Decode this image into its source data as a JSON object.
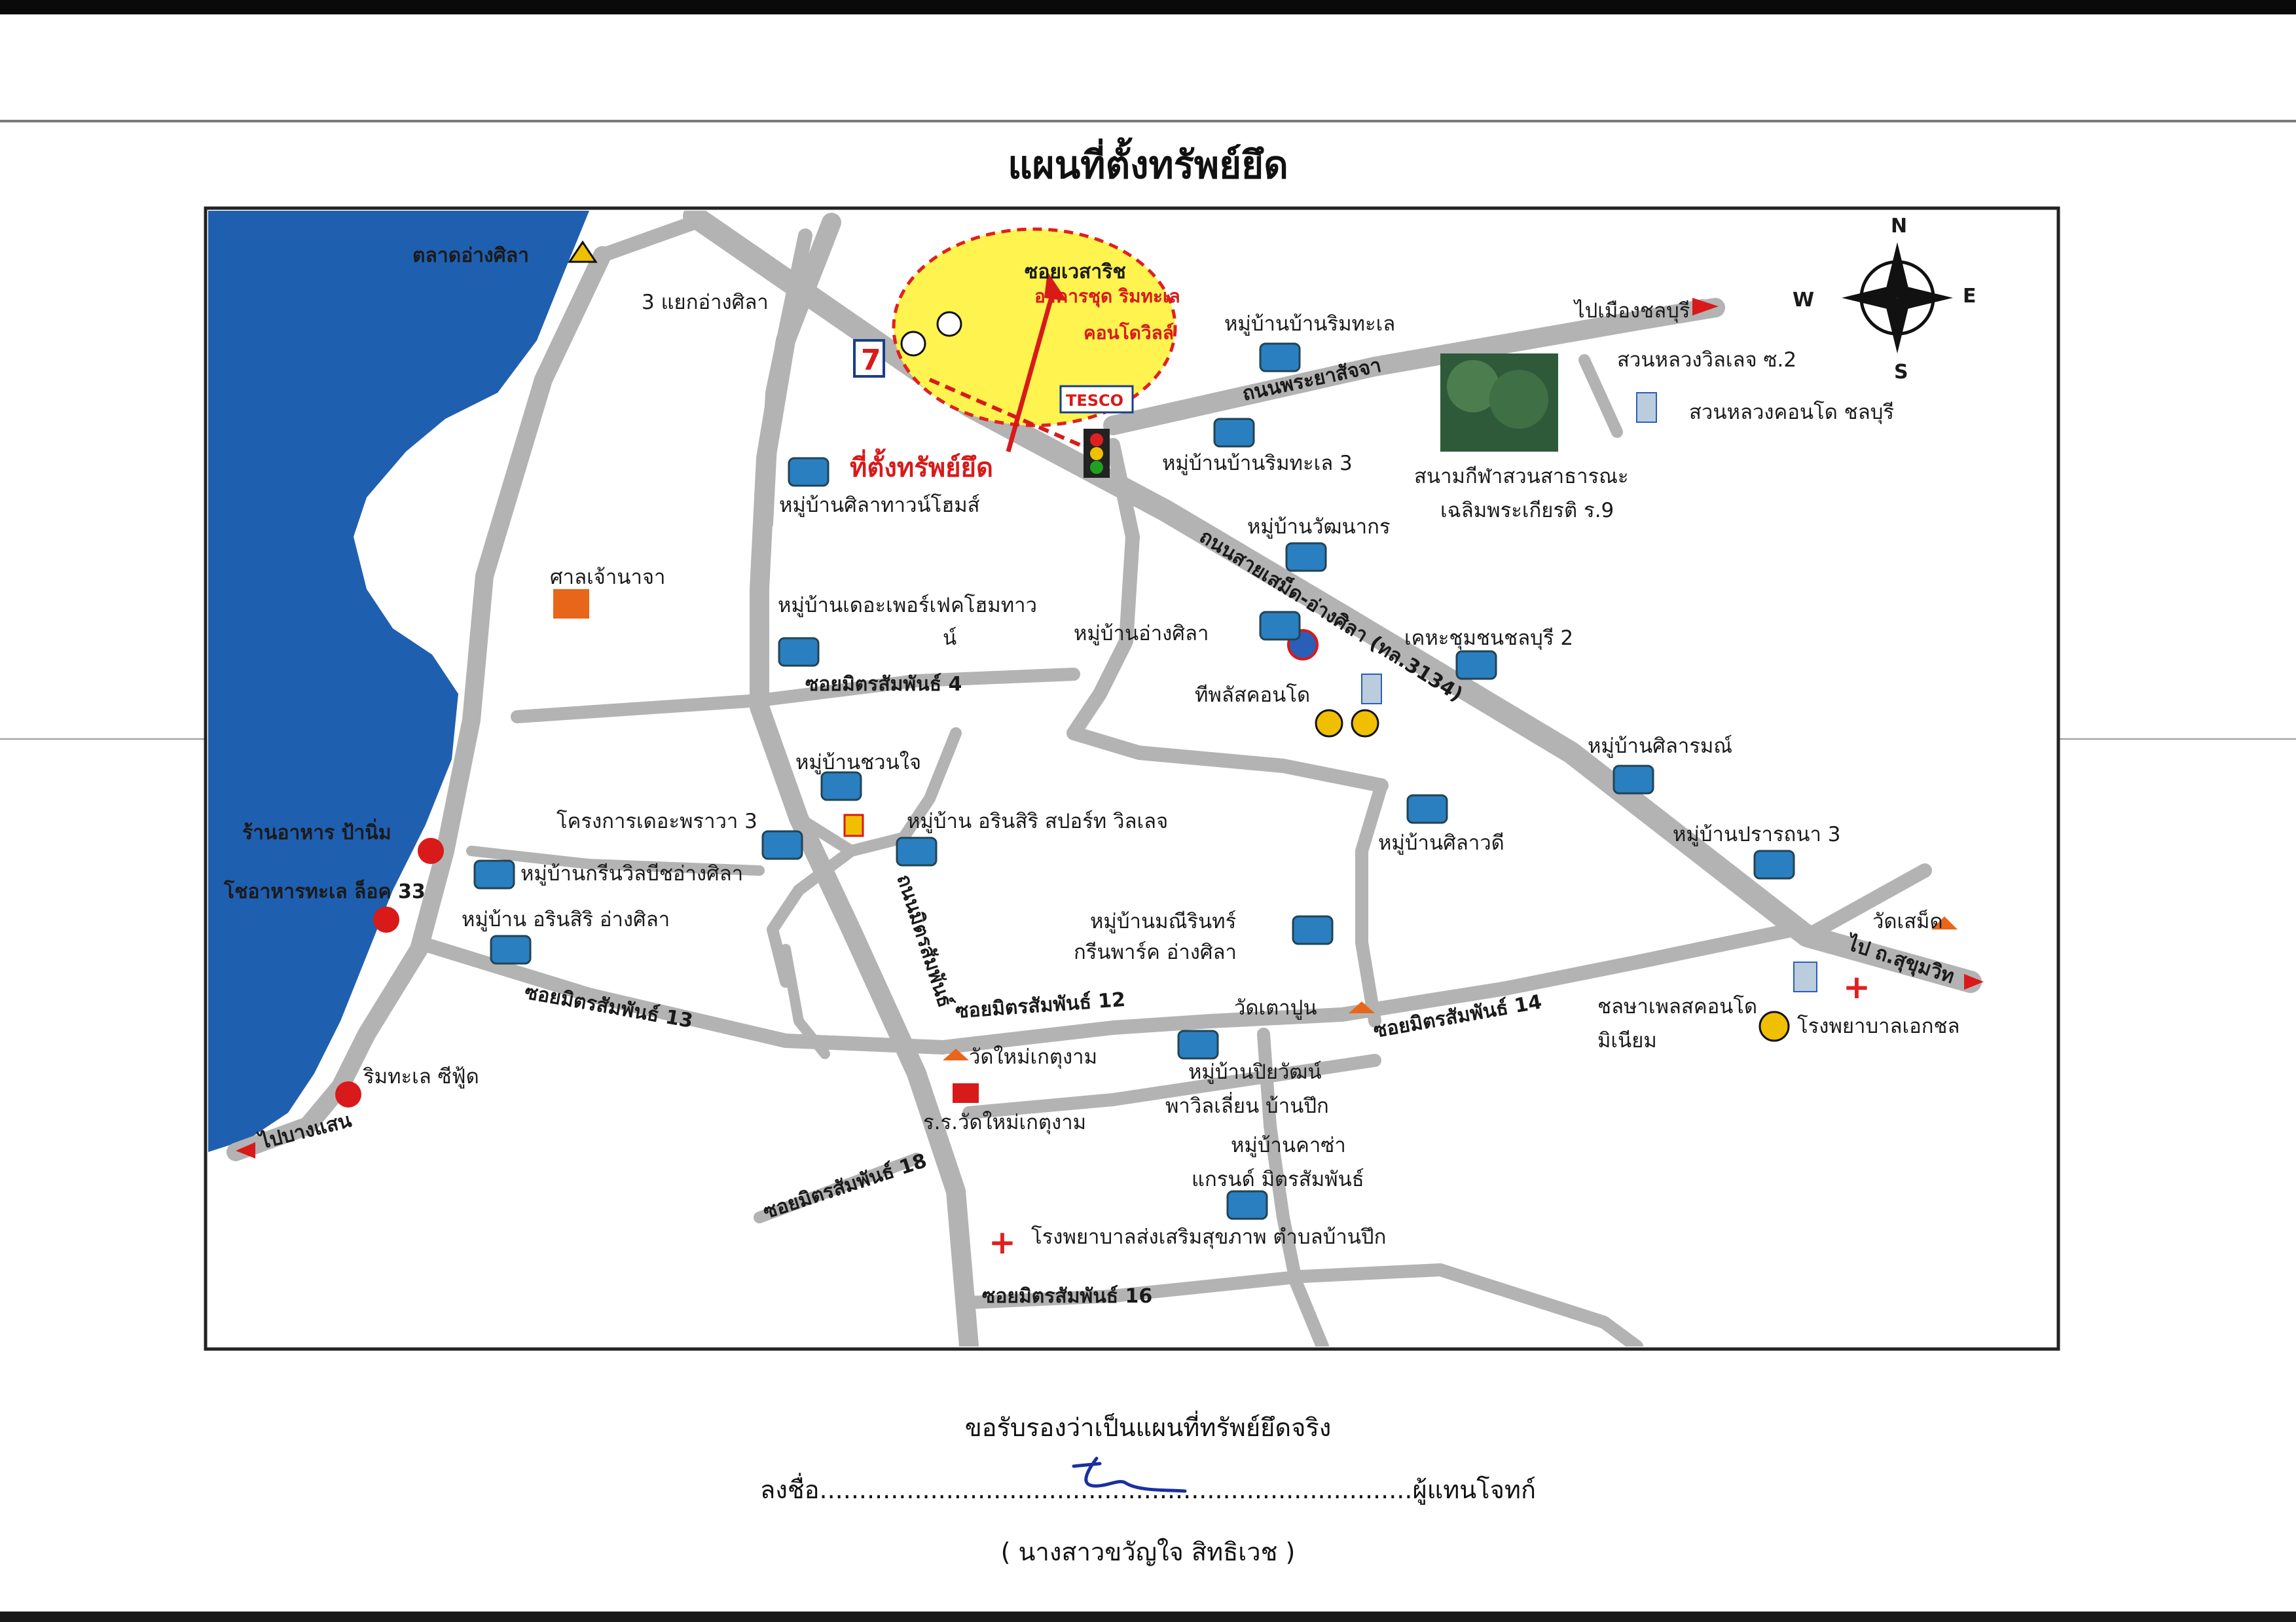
{
  "title": "แผนที่ตั้งทรัพย์ยึด",
  "map": {
    "compass": {
      "n": "N",
      "s": "S",
      "e": "E",
      "w": "W"
    },
    "property": {
      "label": "ที่ตั้งทรัพย์ยึด",
      "name_line1": "อาคารชุด ริมทะเล",
      "name_line2": "คอนโดวิลล์",
      "soi": "ซอยเวสาริช"
    },
    "roads": {
      "r3134": "ถนนสายเสม็ด-อ่างศิลา (ทล.3134)",
      "phraya": "ถนนพระยาสัจจา",
      "soi4": "ซอยมิตรสัมพันธ์ 4",
      "soi12": "ซอยมิตรสัมพันธ์ 12",
      "soi13": "ซอยมิตรสัมพันธ์ 13",
      "soi14": "ซอยมิตรสัมพันธ์ 14",
      "soi16": "ซอยมิตรสัมพันธ์ 16",
      "soi18": "ซอยมิตรสัมพันธ์ 18",
      "mitr": "ถนนมิตรสัมพันธ์"
    },
    "places": {
      "angsila_market": "ตลาดอ่างศิลา",
      "junction": "3 แยกอ่างศิลา",
      "to_chonburi": "ไปเมืองชลบุรี",
      "suan_luang_villa": "สวนหลวงวิลเลจ ซ.2",
      "suan_luang_condo": "สวนหลวงคอนโด ชลบุรี",
      "rimtalay": "หมู่บ้านบ้านริมทะเล",
      "rimtalay3": "หมู่บ้านบ้านริมทะเล 3",
      "stadium1": "สนามกีฬาสวนสาธารณะ",
      "stadium2": "เฉลิมพระเกียรติ ร.9",
      "silatown": "หมู่บ้านศิลาทาวน์โฮมส์",
      "wattanakorn": "หมู่บ้านวัฒนากร",
      "shrine": "ศาลเจ้านาจา",
      "perfect1": "หมู่บ้านเดอะเพอร์เฟคโฮมทาว",
      "perfect2": "น์",
      "angsila_vil": "หมู่บ้านอ่างศิลา",
      "municipality": "เคหะชุมชนชลบุรี 2",
      "tplus": "ทีพลัสคอนโด",
      "chuanjai": "หมู่บ้านชวนใจ",
      "silarom": "หมู่บ้านศิลารมณ์",
      "theprawan": "โครงการเดอะพราวา 3",
      "orinsiri_sport": "หมู่บ้าน อรินสิริ สปอร์ท วิลเลจ",
      "silawadee": "หมู่บ้านศิลาวดี",
      "prawana3": "หมู่บ้านปรารถนา 3",
      "restaurant1": "ร้านอาหาร ป้านิ่ม",
      "restaurant2": "โชอาหารทะเล ล็อค 33",
      "greenvilla": "หมู่บ้านกรีนวิลบีชอ่างศิลา",
      "orinsiri_angsila": "หมู่บ้าน อรินสิริ อ่างศิลา",
      "maneerin1": "หมู่บ้านมณีรินทร์",
      "maneerin2": "กรีนพาร์ค อ่างศิลา",
      "wat_samed": "วัดเสม็ด",
      "to_sukhumvit": "ไป ถ.สุขุมวิท",
      "wat_taopoon": "วัดเตาปูน",
      "chonlada1": "ชลษาเพลสคอนโด",
      "chonlada2": "มิเนียม",
      "private_hospital": "โรงพยาบาลเอกชล",
      "wat_mai": "วัดใหม่เกตุงาม",
      "piyawat": "หมู่บ้านปิยวัฒน์",
      "pavilai": "พาวิลเลี่ยน บ้านปึก",
      "school": "ร.ร.วัดใหม่เกตุงาม",
      "rimtalay_seafood": "ริมทะเล ซีฟู้ด",
      "to_bangsaen": "ไปบางแสน",
      "casa1": "หมู่บ้านคาซ่า",
      "casa2": "แกรนด์ มิตรสัมพันธ์",
      "health_hospital": "โรงพยาบาลส่งเสริมสุขภาพ ตำบลบ้านปึก",
      "seven": "7",
      "tesco": "TESCO"
    }
  },
  "footer": {
    "certify": "ขอรับรองว่าเป็นแผนที่ทรัพย์ยึดจริง",
    "sign_prefix": "ลงชื่อ",
    "sign_dots": "...........................................................................",
    "sign_role": "ผู้แทนโจทก์",
    "name": "( นางสาวขวัญใจ  สิทธิเวช )"
  }
}
